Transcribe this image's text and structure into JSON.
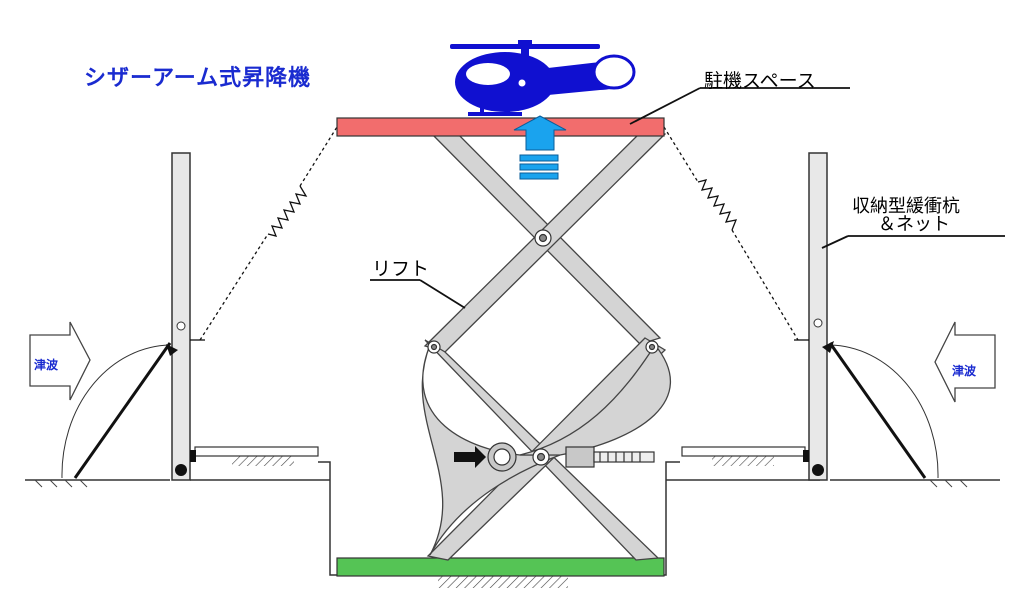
{
  "labels": {
    "title": "シザーアーム式昇降機",
    "parking_space": "駐機スペース",
    "lift": "リフト",
    "bollard_line1": "収納型緩衝杭",
    "bollard_line2": "＆ネット",
    "tsunami_left": "津波",
    "tsunami_right": "津波"
  },
  "colors": {
    "title": "#1a2bd0",
    "platform_top": "#f26d6d",
    "platform_bottom": "#55c455",
    "scissor_arm": "#d4d4d4",
    "helicopter": "#1010d0",
    "up_arrow": "#1aa3ee",
    "outline": "#333333"
  },
  "icons": [
    "helicopter-icon",
    "up-arrow-icon",
    "push-arrow-icon",
    "tsunami-arrow-icon"
  ]
}
